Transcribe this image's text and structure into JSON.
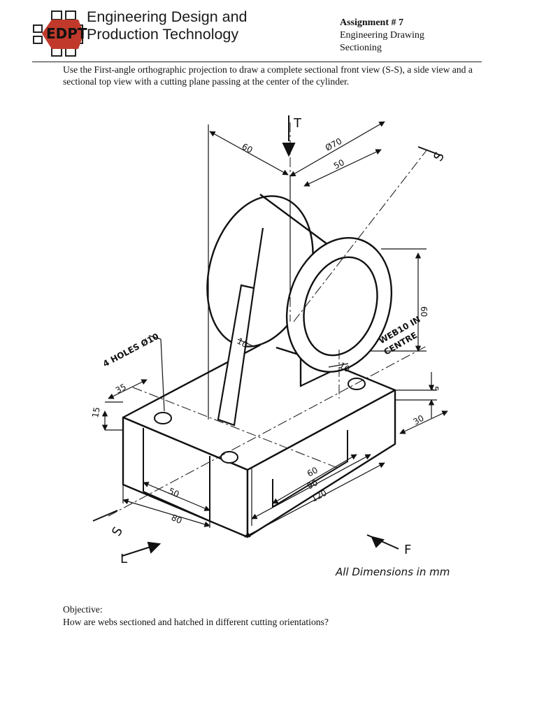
{
  "header": {
    "logo_text": "EDPT",
    "org_name_line1": "Engineering Design and",
    "org_name_line2": "Production Technology",
    "assignment_title": "Assignment # 7",
    "subject": "Engineering Drawing",
    "topic": "Sectioning"
  },
  "instructions": "Use the First-angle orthographic projection to draw a complete sectional front view (S-S), a side view and a sectional top view with a cutting plane passing at the center of the cylinder.",
  "drawing": {
    "dims": {
      "d60_top": "60",
      "d70": "Ø70",
      "d50": "50",
      "d60_right": "60",
      "web_note_line1": "WEB10 IN",
      "web_note_line2": "CENTRE",
      "d10_web": "10",
      "d10_mid": "10",
      "d5": "5",
      "d30": "30",
      "holes": "4 HOLES Ø10",
      "d35": "35",
      "d15": "15",
      "d80": "80",
      "d60_bottom": "60",
      "d90": "90",
      "d120": "120"
    },
    "view_labels": {
      "top": "T",
      "section_top": "S",
      "section_bottom": "S",
      "left": "L",
      "front": "F"
    },
    "units_note": "All Dimensions in mm"
  },
  "objective": {
    "label": "Objective:",
    "question": "How are webs sectioned and hatched in different cutting orientations?"
  }
}
